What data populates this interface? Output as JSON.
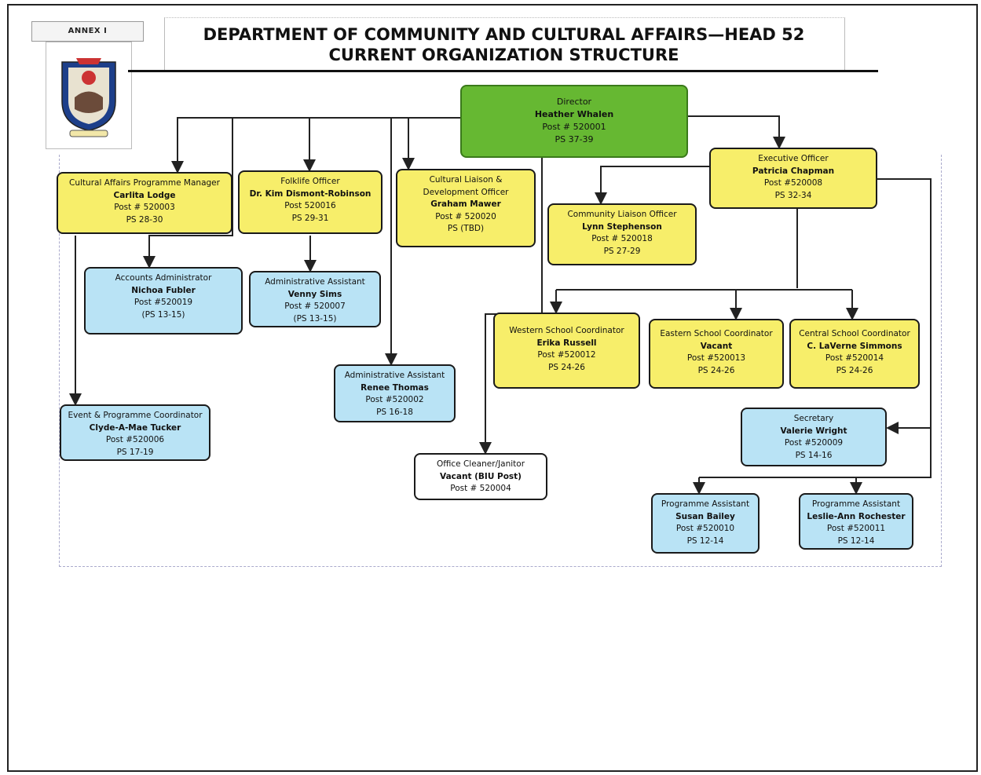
{
  "annex": "ANNEX I",
  "title_line1": "DEPARTMENT OF COMMUNITY AND CULTURAL AFFAIRS—HEAD 52",
  "title_line2": "CURRENT ORGANIZATION STRUCTURE",
  "colors": {
    "yellow": "#f7ee6a",
    "blue": "#b9e3f5",
    "green": "#66b832",
    "white": "#ffffff"
  },
  "director": {
    "role": "Director",
    "name": "Heather Whalen",
    "post": "Post # 520001",
    "ps": "PS 37-39"
  },
  "cultural_manager": {
    "role": "Cultural Affairs Programme Manager",
    "name": "Carlita Lodge",
    "post": "Post # 520003",
    "ps": "PS 28-30"
  },
  "folklife": {
    "role": "Folklife Officer",
    "name": "Dr. Kim Dismont-Robinson",
    "post": "Post 520016",
    "ps": "PS 29-31"
  },
  "liaison_dev": {
    "role_line1": "Cultural Liaison &",
    "role_line2": "Development Officer",
    "name": "Graham Mawer",
    "post": "Post # 520020",
    "ps": "PS (TBD)"
  },
  "exec_officer": {
    "role": "Executive Officer",
    "name": "Patricia Chapman",
    "post": "Post #520008",
    "ps": "PS 32-34"
  },
  "community_liaison": {
    "role": "Community Liaison Officer",
    "name": "Lynn Stephenson",
    "post": "Post # 520018",
    "ps": "PS 27-29"
  },
  "accounts_admin": {
    "role": "Accounts Administrator",
    "name": "Nichoa Fubler",
    "post": "Post #520019",
    "ps": "(PS 13-15)"
  },
  "admin_asst_1": {
    "role": "Administrative Assistant",
    "name": "Venny Sims",
    "post": "Post # 520007",
    "ps": "(PS 13-15)"
  },
  "admin_asst_2": {
    "role": "Administrative Assistant",
    "name": "Renee Thomas",
    "post": "Post #520002",
    "ps": "PS 16-18"
  },
  "event_coord": {
    "role": "Event & Programme Coordinator",
    "name": "Clyde-A-Mae Tucker",
    "post": "Post #520006",
    "ps": "PS 17-19"
  },
  "cleaner": {
    "role": "Office Cleaner/Janitor",
    "name": "Vacant (BIU Post)",
    "post": "Post # 520004"
  },
  "western": {
    "role": "Western School Coordinator",
    "name": "Erika Russell",
    "post": "Post #520012",
    "ps": "PS 24-26"
  },
  "eastern": {
    "role": "Eastern School Coordinator",
    "name": "Vacant",
    "post": "Post #520013",
    "ps": "PS 24-26"
  },
  "central": {
    "role": "Central School Coordinator",
    "name": "C. LaVerne Simmons",
    "post": "Post #520014",
    "ps": "PS 24-26"
  },
  "secretary": {
    "role": "Secretary",
    "name": "Valerie Wright",
    "post": "Post #520009",
    "ps": "PS 14-16"
  },
  "prog_asst_1": {
    "role": "Programme Assistant",
    "name": "Susan Bailey",
    "post": "Post #520010",
    "ps": "PS 12-14"
  },
  "prog_asst_2": {
    "role": "Programme Assistant",
    "name": "Leslie-Ann Rochester",
    "post": "Post #520011",
    "ps": "PS 12-14"
  }
}
